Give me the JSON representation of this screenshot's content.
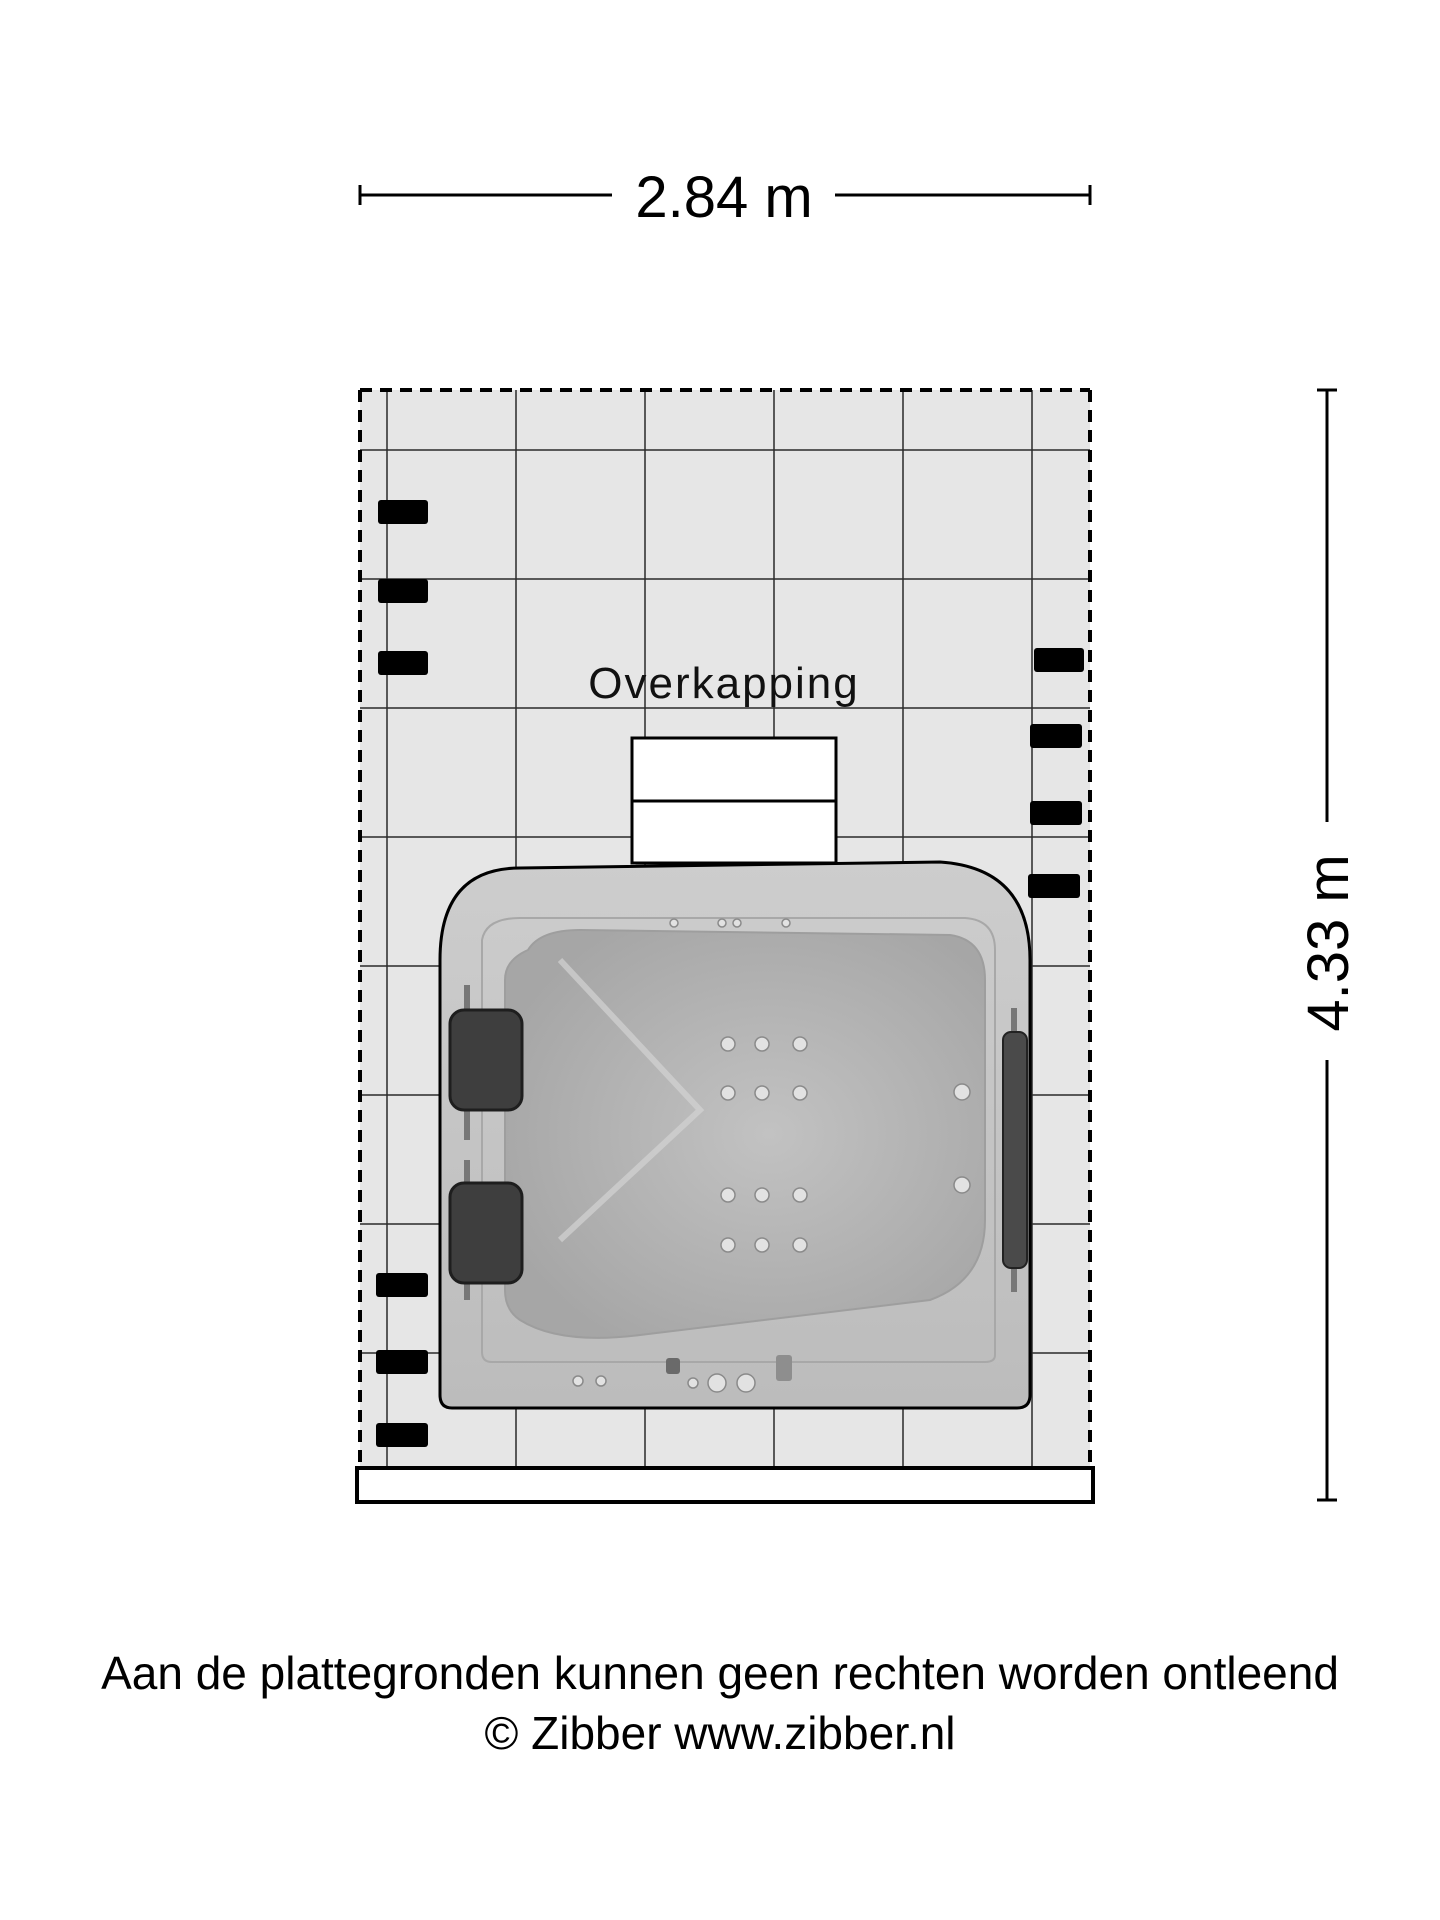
{
  "floorplan": {
    "width_label": "2.84 m",
    "height_label": "4.33 m",
    "room_label": "Overkapping"
  },
  "footer": {
    "disclaimer": "Aan de plattegronden kunnen geen rechten worden ontleend",
    "copyright": "© Zibber www.zibber.nl"
  },
  "colors": {
    "floor": "#e6e6e6",
    "grid": "#222222",
    "tub": "#c4c4c4",
    "basin": "#b2b2b2",
    "headrest": "#3e3e3e"
  }
}
